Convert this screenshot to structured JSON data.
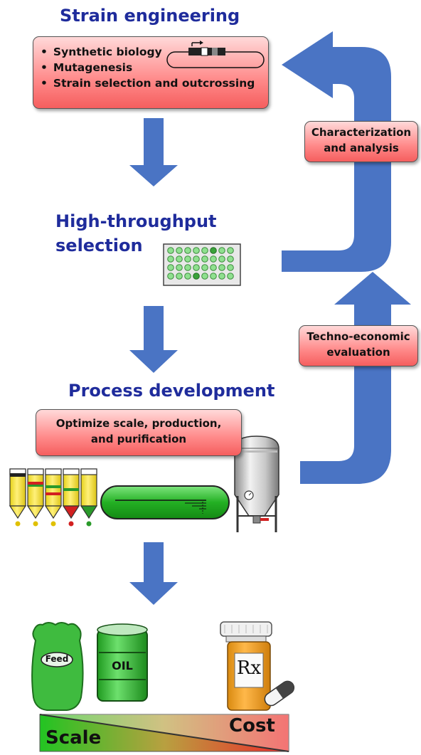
{
  "strain": {
    "title": "Strain engineering",
    "bullets": [
      "Synthetic biology",
      "Mutagenesis",
      "Strain selection and outcrossing"
    ]
  },
  "hts": {
    "title_line1": "High-throughput",
    "title_line2": "selection"
  },
  "feedback_top": {
    "line1": "Characterization",
    "line2": "and analysis"
  },
  "feedback_bottom": {
    "line1": "Techno-economic",
    "line2": "evaluation"
  },
  "process": {
    "title": "Process development",
    "box_line1": "Optimize scale, production,",
    "box_line2": "and purification"
  },
  "products": {
    "feed_label": "Feed",
    "oil_label": "OIL",
    "rx_label": "Rx"
  },
  "gradient_bar": {
    "left_label": "Scale",
    "right_label": "Cost"
  },
  "colors": {
    "arrow": "#4a74c4",
    "title": "#1f2c9c",
    "box": "#f76b6b",
    "green": "#3dbb3d"
  }
}
